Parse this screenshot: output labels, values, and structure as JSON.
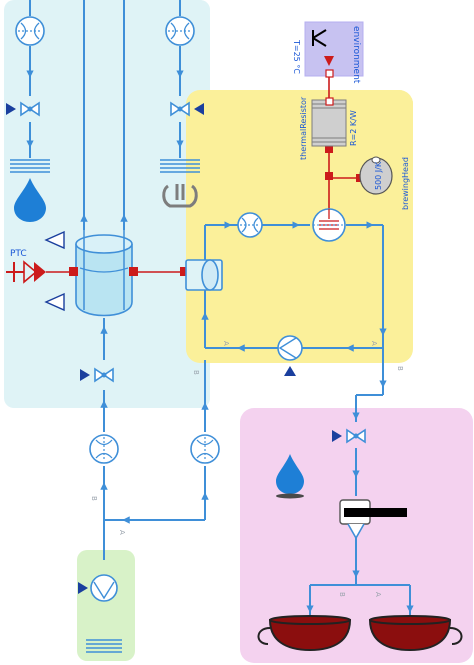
{
  "labels": {
    "environment": "environment",
    "temperature": "T=25 °C",
    "thermal_resistor": "thermalResistor",
    "resistance": "R=2 K/W",
    "brewing_head": "brewingHead",
    "capacity": "500 J/K",
    "ptc": "PTC"
  },
  "port_labels": {
    "a_left_top": "A",
    "a_right_top": "A",
    "b_left": "B",
    "b_right": "B",
    "b_bottom": "B",
    "a_bottom": "A",
    "b_cups": "B",
    "a_cups": "A"
  },
  "zones": {
    "cyan": "#dff3f6",
    "yellow": "#fbf09a",
    "pink": "#f4d2ef",
    "green": "#d8f2c8"
  },
  "colors": {
    "pipe": "#3f8fd8",
    "thermal": "#cc1b1b",
    "valve_fill": "#1a3f9e",
    "water_drop": "#1e7fd6",
    "cup": "#8b0e0e"
  },
  "icons": [
    "flow-sensor-icon",
    "valve-icon",
    "water-source-icon",
    "drain-icon",
    "tank-icon",
    "heater-icon",
    "pump-icon",
    "heat-exchanger-icon",
    "thermal-resistor-icon",
    "heat-capacitor-icon",
    "temperature-source-icon",
    "cup-icon",
    "grinder-icon"
  ]
}
